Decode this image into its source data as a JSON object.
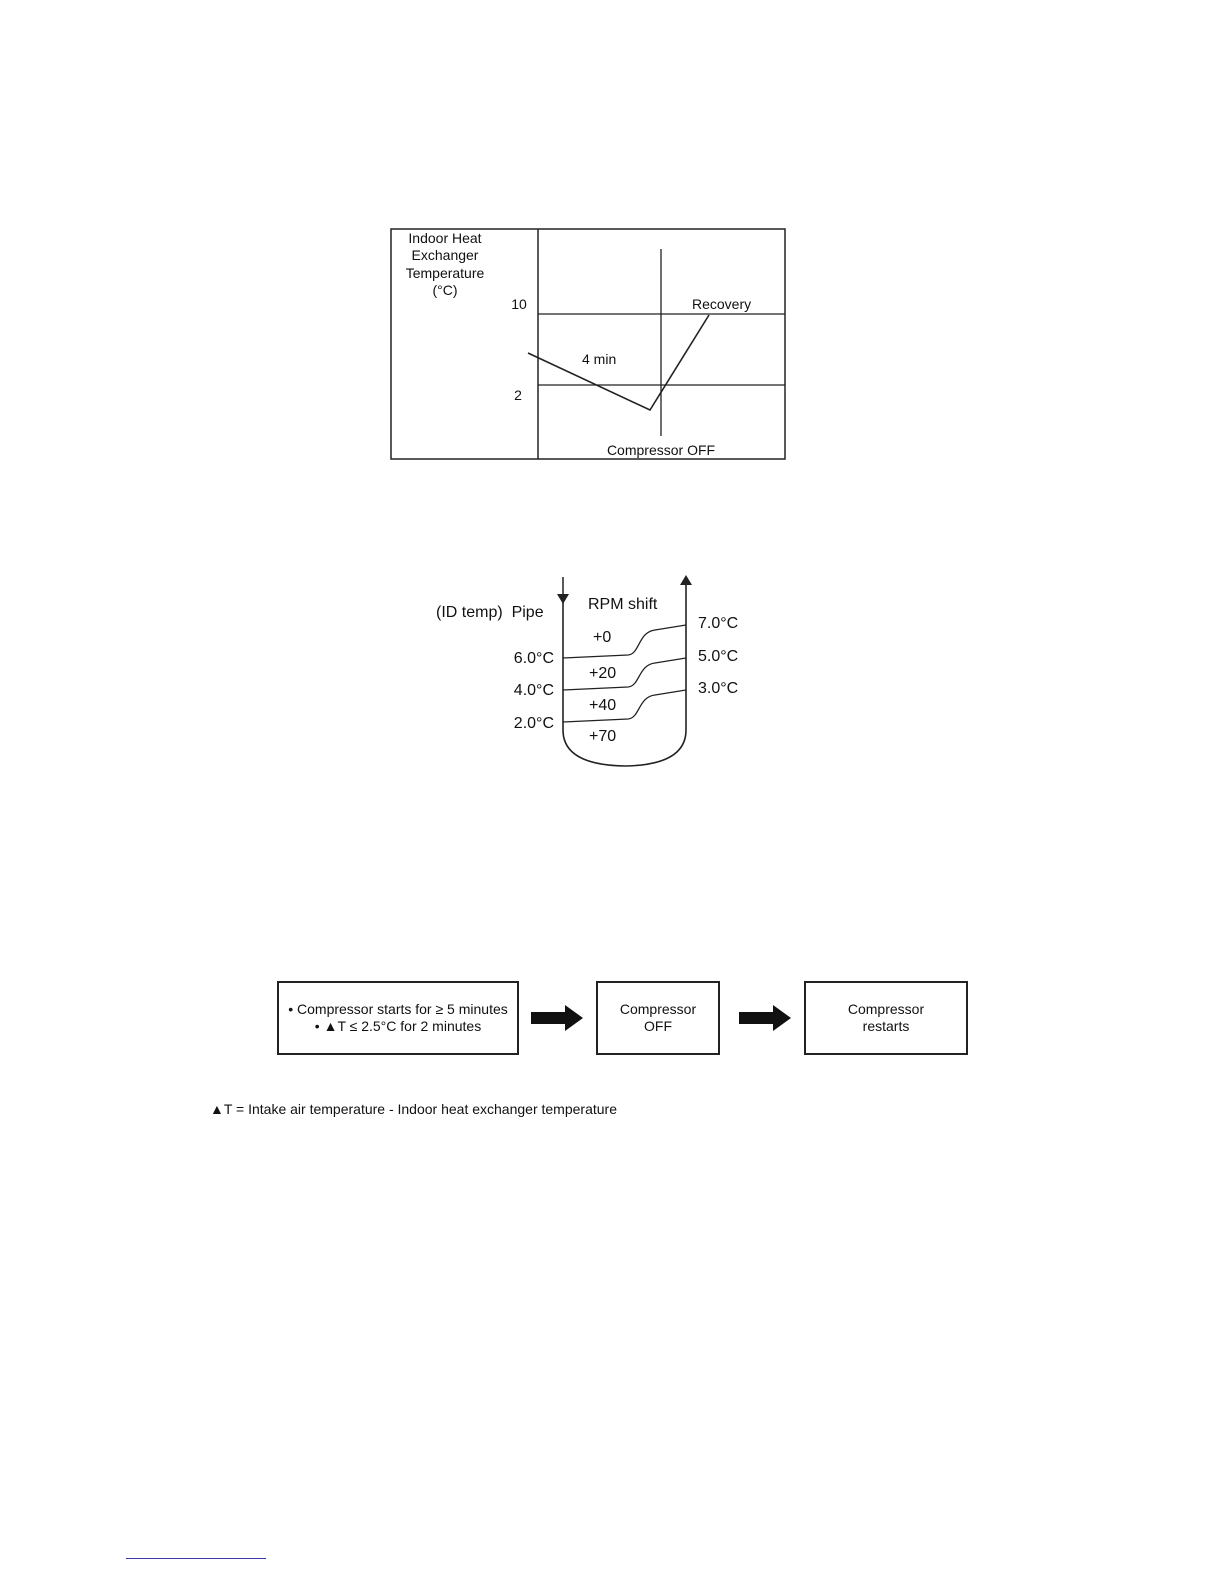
{
  "chart1": {
    "ylabel_lines": [
      "Indoor Heat",
      "Exchanger",
      "Temperature",
      "(°C)"
    ],
    "tick_10": "10",
    "tick_2": "2",
    "label_recovery": "Recovery",
    "label_duration": "4 min",
    "label_off": "Compressor OFF"
  },
  "chart2": {
    "header_left": "(ID temp)  Pipe",
    "header_right": "RPM shift",
    "left_temps": [
      "6.0°C",
      "4.0°C",
      "2.0°C"
    ],
    "right_temps": [
      "7.0°C",
      "5.0°C",
      "3.0°C"
    ],
    "shifts": [
      "+0",
      "+20",
      "+40",
      "+70"
    ]
  },
  "flow": {
    "box1_line1": "• Compressor starts for ≥ 5 minutes",
    "box1_line2": "• ▲T ≤ 2.5°C for 2 minutes",
    "box2_line1": "Compressor",
    "box2_line2": "OFF",
    "box3_line1": "Compressor",
    "box3_line2": "restarts",
    "arrow_icon": "right-arrow-icon"
  },
  "footnote": "▲T = Intake air temperature - Indoor heat exchanger temperature"
}
